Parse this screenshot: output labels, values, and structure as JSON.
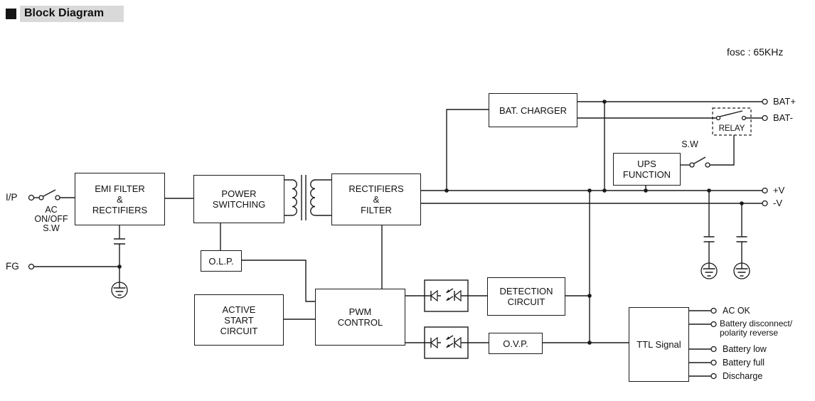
{
  "header": {
    "title": "Block Diagram"
  },
  "frequency_note": "fosc : 65KHz",
  "blocks": {
    "emi": {
      "label": "EMI FILTER\n&\nRECTIFIERS"
    },
    "power_switching": {
      "label": "POWER\nSWITCHING"
    },
    "rectifiers_filter": {
      "label": "RECTIFIERS\n&\nFILTER"
    },
    "bat_charger": {
      "label": "BAT. CHARGER"
    },
    "ups_function": {
      "label": "UPS\nFUNCTION"
    },
    "olp": {
      "label": "O.L.P."
    },
    "active_start": {
      "label": "ACTIVE\nSTART\nCIRCUIT"
    },
    "pwm_control": {
      "label": "PWM\nCONTROL"
    },
    "detection_circuit": {
      "label": "DETECTION\nCIRCUIT"
    },
    "ovp": {
      "label": "O.V.P."
    },
    "ttl_signal": {
      "label": "TTL Signal"
    }
  },
  "io": {
    "input": "I/P",
    "frame_ground": "FG",
    "ac_switch": "AC\nON/OFF\nS.W",
    "sw": "S.W",
    "relay": "RELAY",
    "bat_plus": "BAT+",
    "bat_minus": "BAT-",
    "v_plus": "+V",
    "v_minus": "-V"
  },
  "ttl_outputs": [
    {
      "label": "AC OK"
    },
    {
      "label": "Battery disconnect/\npolarity reverse"
    },
    {
      "label": "Battery low"
    },
    {
      "label": "Battery full"
    },
    {
      "label": "Discharge"
    }
  ],
  "colors": {
    "line": "#1a1a1a",
    "title_highlight": "#d9d9d9"
  }
}
